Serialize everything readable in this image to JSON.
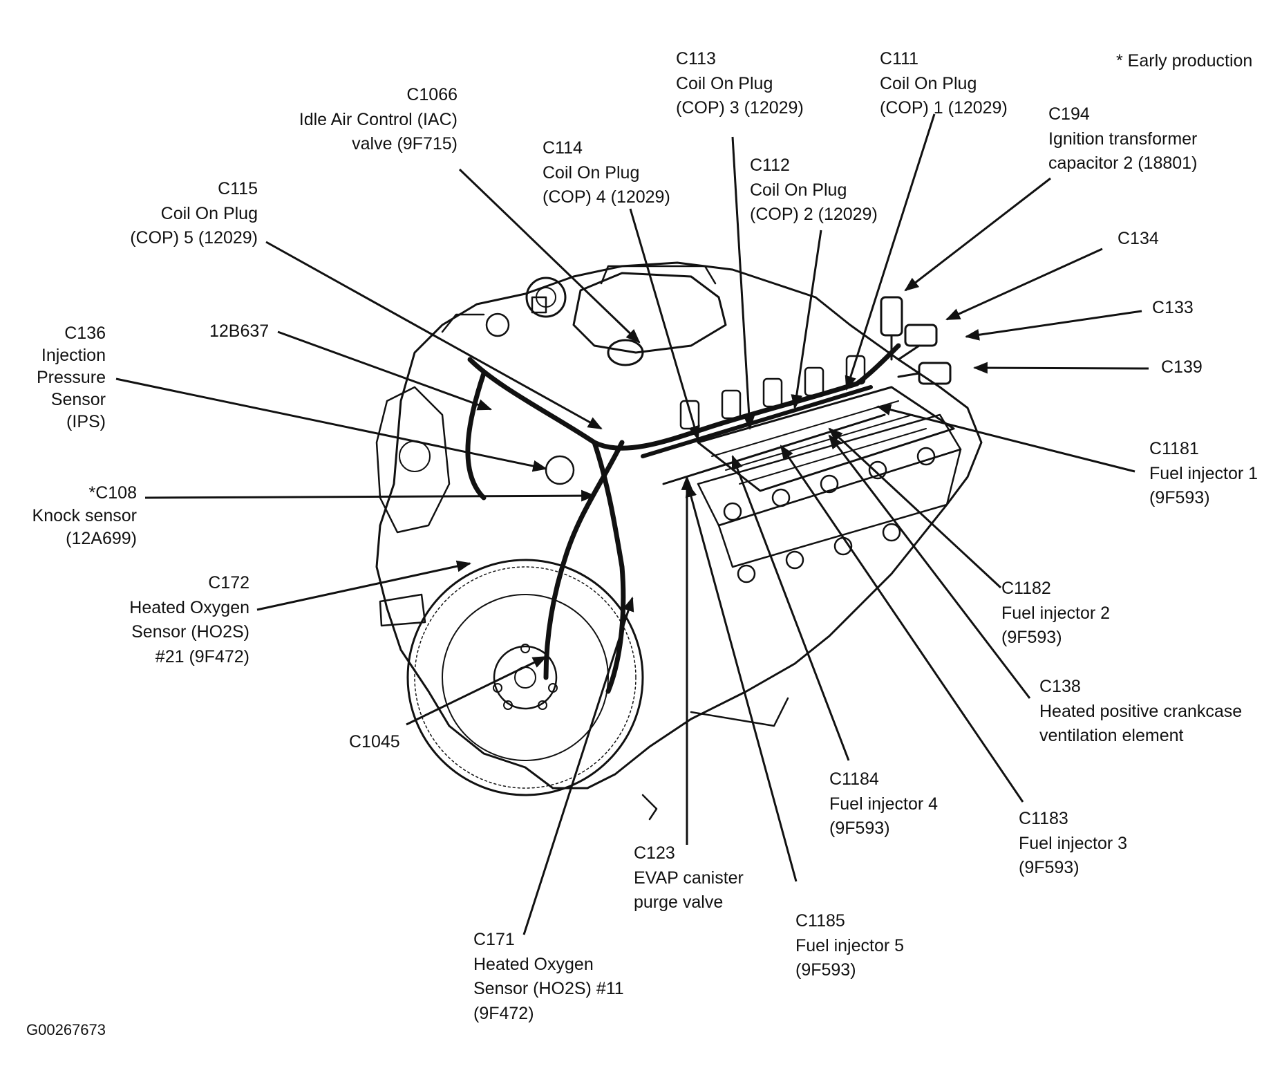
{
  "header": {
    "footnote": "* Early production"
  },
  "figure_id": "G00267673",
  "callouts": {
    "c1066": [
      "C1066",
      "Idle Air Control (IAC)",
      "valve (9F715)"
    ],
    "c113": [
      "C113",
      "Coil On Plug",
      "(COP) 3 (12029)"
    ],
    "c111": [
      "C111",
      "Coil On Plug",
      "(COP) 1 (12029)"
    ],
    "c194": [
      "C194",
      "Ignition transformer",
      "capacitor 2 (18801)"
    ],
    "c114": [
      "C114",
      "Coil On Plug",
      "(COP) 4 (12029)"
    ],
    "c112": [
      "C112",
      "Coil On Plug",
      "(COP) 2 (12029)"
    ],
    "c115": [
      "C115",
      "Coil On Plug",
      "(COP) 5 (12029)"
    ],
    "c134": [
      "C134"
    ],
    "c133": [
      "C133"
    ],
    "c139": [
      "C139"
    ],
    "c12b637": [
      "12B637"
    ],
    "c136": [
      "C136",
      "Injection",
      "Pressure",
      "Sensor",
      "(IPS)"
    ],
    "c108": [
      "*C108",
      "Knock sensor",
      "(12A699)"
    ],
    "c1181": [
      "C1181",
      "Fuel injector 1",
      "(9F593)"
    ],
    "c172": [
      "C172",
      "Heated Oxygen",
      "Sensor (HO2S)",
      "#21 (9F472)"
    ],
    "c1182": [
      "C1182",
      "Fuel injector 2",
      "(9F593)"
    ],
    "c138": [
      "C138",
      "Heated positive crankcase",
      "ventilation  element"
    ],
    "c1045": [
      "C1045"
    ],
    "c1184": [
      "C1184",
      "Fuel injector 4",
      "(9F593)"
    ],
    "c1183": [
      "C1183",
      "Fuel injector 3",
      "(9F593)"
    ],
    "c123": [
      "C123",
      "EVAP canister",
      "purge valve"
    ],
    "c1185": [
      "C1185",
      "Fuel injector 5",
      "(9F593)"
    ],
    "c171": [
      "C171",
      "Heated Oxygen",
      "Sensor (HO2S) #11",
      "(9F472)"
    ]
  }
}
